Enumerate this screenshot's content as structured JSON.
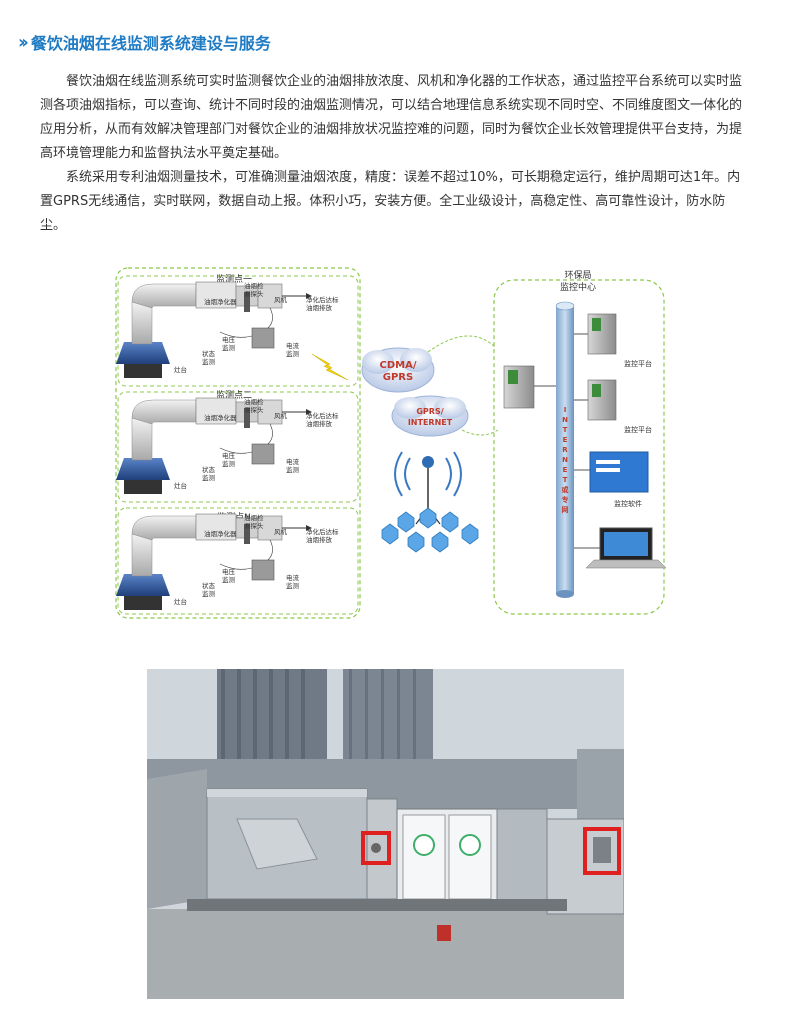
{
  "header": {
    "chevron_icon": "double-chevron-right-icon",
    "title": "餐饮油烟在线监测系统建设与服务"
  },
  "paragraphs": [
    "餐饮油烟在线监测系统可实时监测餐饮企业的油烟排放浓度、风机和净化器的工作状态，通过监控平台系统可以实时监测各项油烟指标，可以查询、统计不同时段的油烟监测情况，可以结合地理信息系统实现不同时空、不同维度图文一体化的应用分析，从而有效解决管理部门对餐饮企业的油烟排放状况监控难的问题，同时为餐饮企业长效管理提供平台支持，为提高环境管理能力和监督执法水平奠定基础。",
    "系统采用专利油烟测量技术，可准确测量油烟浓度，精度：误差不超过10%，可长期稳定运行，维护周期可达1年。内置GPRS无线通信，实时联网，数据自动上报。体积小巧，安装方便。全工业级设计，高稳定性、高可靠性设计，防水防尘。"
  ],
  "diagram": {
    "monitor_points": [
      {
        "title": "监测点一"
      },
      {
        "title": "监测点二"
      },
      {
        "title": "监测点N"
      }
    ],
    "point_labels": {
      "purifier": "油烟净化器",
      "detector_line1": "油烟检",
      "detector_line2": "测探头",
      "fan": "风机",
      "discharge_line1": "净化后达标",
      "discharge_line2": "油烟排放",
      "stove": "灶台",
      "state_line1": "状态",
      "state_line2": "监测",
      "voltage_line1": "电压",
      "voltage_line2": "监测",
      "current_line1": "电流",
      "current_line2": "监测"
    },
    "network": {
      "cdma_line1": "CDMA/",
      "cdma_line2": "GPRS",
      "gprs_line1": "GPRS/",
      "gprs_line2": "INTERNET"
    },
    "center": {
      "title_line1": "环保局",
      "title_line2": "监控中心",
      "pipe_label": [
        "I",
        "N",
        "T",
        "E",
        "R",
        "N",
        "E",
        "T",
        "或",
        "专",
        "网"
      ],
      "platform1": "监控平台",
      "platform2": "监控平台",
      "software": "监控软件"
    }
  },
  "photo": {
    "description_icon": "rooftop-installation-photo"
  }
}
